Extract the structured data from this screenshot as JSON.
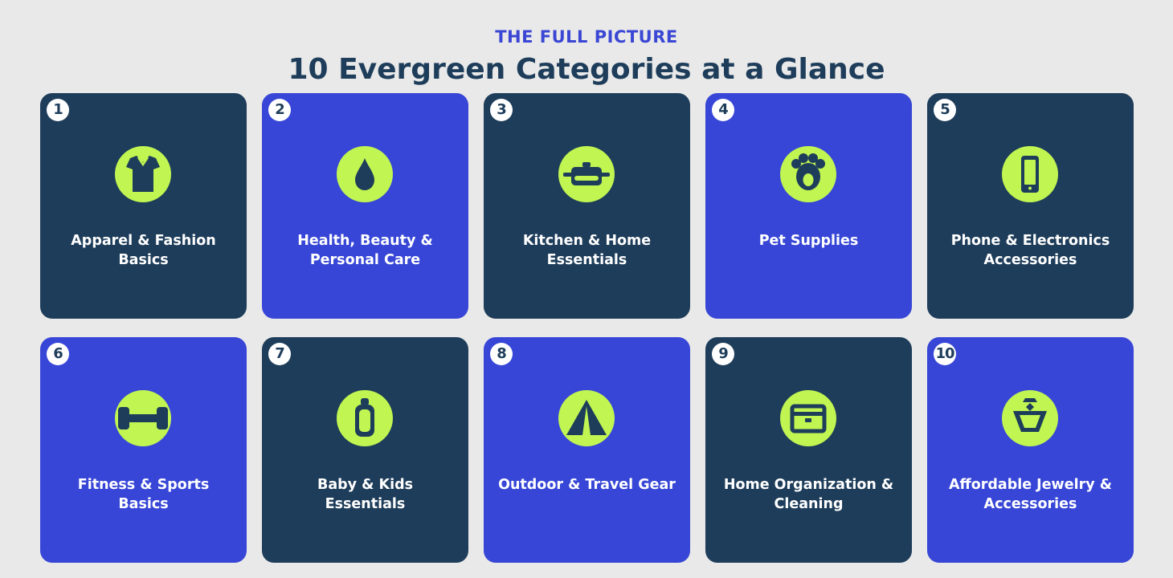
{
  "header": {
    "kicker": "THE FULL PICTURE",
    "title": "10 Evergreen Categories at a Glance"
  },
  "colors": {
    "background": "#e9e9e9",
    "navy": "#1e3d5a",
    "blue": "#3746d6",
    "accent": "#c0f552",
    "kicker": "#3a46d4"
  },
  "categories": [
    {
      "number": "1",
      "label": "Apparel & Fashion\nBasics",
      "icon": "tshirt-icon",
      "tone": "navy"
    },
    {
      "number": "2",
      "label": "Health, Beauty &\nPersonal Care",
      "icon": "droplet-icon",
      "tone": "blue"
    },
    {
      "number": "3",
      "label": "Kitchen & Home\nEssentials",
      "icon": "pot-icon",
      "tone": "navy"
    },
    {
      "number": "4",
      "label": "Pet Supplies",
      "icon": "paw-icon",
      "tone": "blue"
    },
    {
      "number": "5",
      "label": "Phone & Electronics\nAccessories",
      "icon": "smartphone-icon",
      "tone": "navy"
    },
    {
      "number": "6",
      "label": "Fitness & Sports\nBasics",
      "icon": "dumbbell-icon",
      "tone": "blue"
    },
    {
      "number": "7",
      "label": "Baby & Kids\nEssentials",
      "icon": "baby-bottle-icon",
      "tone": "navy"
    },
    {
      "number": "8",
      "label": "Outdoor & Travel Gear",
      "icon": "tent-icon",
      "tone": "blue"
    },
    {
      "number": "9",
      "label": "Home Organization &\nCleaning",
      "icon": "storage-box-icon",
      "tone": "navy"
    },
    {
      "number": "10",
      "label": "Affordable Jewelry &\nAccessories",
      "icon": "gem-icon",
      "tone": "blue"
    }
  ]
}
